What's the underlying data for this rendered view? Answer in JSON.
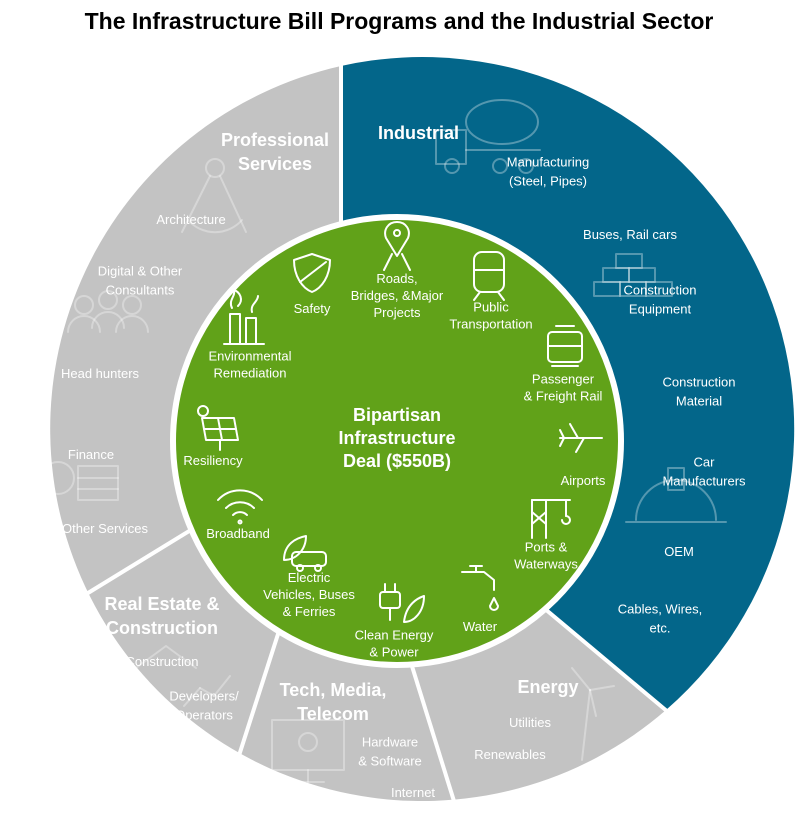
{
  "title": "The Infrastructure Bill Programs and the Industrial Sector",
  "colors": {
    "industrial": "#03668A",
    "gray": "#C3C3C3",
    "center": "#61A219",
    "divider": "#ffffff"
  },
  "center": {
    "title_lines": [
      "Bipartisan",
      "Infrastructure",
      "Deal ($550B)"
    ],
    "programs": [
      {
        "label_lines": [
          "Roads,",
          "Bridges, &Major",
          "Projects"
        ],
        "icon": "road-pin-icon"
      },
      {
        "label_lines": [
          "Public",
          "Transportation"
        ],
        "icon": "train-icon"
      },
      {
        "label_lines": [
          "Passenger",
          "& Freight Rail"
        ],
        "icon": "railcar-icon"
      },
      {
        "label_lines": [
          "Airports"
        ],
        "icon": "airplane-icon"
      },
      {
        "label_lines": [
          "Ports &",
          "Waterways"
        ],
        "icon": "crane-icon"
      },
      {
        "label_lines": [
          "Water"
        ],
        "icon": "faucet-icon"
      },
      {
        "label_lines": [
          "Clean Energy",
          "& Power"
        ],
        "icon": "plug-leaf-icon"
      },
      {
        "label_lines": [
          "Electric",
          "Vehicles, Buses",
          "& Ferries"
        ],
        "icon": "electric-car-icon"
      },
      {
        "label_lines": [
          "Broadband"
        ],
        "icon": "wifi-icon"
      },
      {
        "label_lines": [
          "Resiliency"
        ],
        "icon": "solar-panel-icon"
      },
      {
        "label_lines": [
          "Environmental",
          "Remediation"
        ],
        "icon": "factory-icon"
      },
      {
        "label_lines": [
          "Safety"
        ],
        "icon": "shield-icon"
      }
    ]
  },
  "sectors": {
    "industrial": {
      "title": "Industrial",
      "items": [
        {
          "lines": [
            "Manufacturing",
            "(Steel, Pipes)"
          ]
        },
        {
          "lines": [
            "Buses, Rail cars"
          ]
        },
        {
          "lines": [
            "Construction",
            "Equipment"
          ]
        },
        {
          "lines": [
            "Construction",
            "Material"
          ]
        },
        {
          "lines": [
            "Car",
            "Manufacturers"
          ]
        },
        {
          "lines": [
            "OEM"
          ]
        },
        {
          "lines": [
            "Cables, Wires,",
            "etc."
          ]
        }
      ]
    },
    "professional": {
      "title_lines": [
        "Professional",
        "Services"
      ],
      "items": [
        {
          "lines": [
            "Architecture"
          ]
        },
        {
          "lines": [
            "Digital & Other",
            "Consultants"
          ]
        },
        {
          "lines": [
            "Head hunters"
          ]
        },
        {
          "lines": [
            "Finance"
          ]
        },
        {
          "lines": [
            "Other Services"
          ]
        }
      ]
    },
    "real_estate": {
      "title_lines": [
        "Real Estate &",
        "Construction"
      ],
      "items": [
        {
          "lines": [
            "Construction"
          ]
        },
        {
          "lines": [
            "Developers/",
            "Operators"
          ]
        }
      ]
    },
    "tech": {
      "title_lines": [
        "Tech, Media,",
        "Telecom"
      ],
      "items": [
        {
          "lines": [
            "Hardware",
            "& Software"
          ]
        },
        {
          "lines": [
            "Internet"
          ]
        }
      ]
    },
    "energy": {
      "title": "Energy",
      "items": [
        {
          "lines": [
            "Utilities"
          ]
        },
        {
          "lines": [
            "Renewables"
          ]
        }
      ]
    }
  }
}
